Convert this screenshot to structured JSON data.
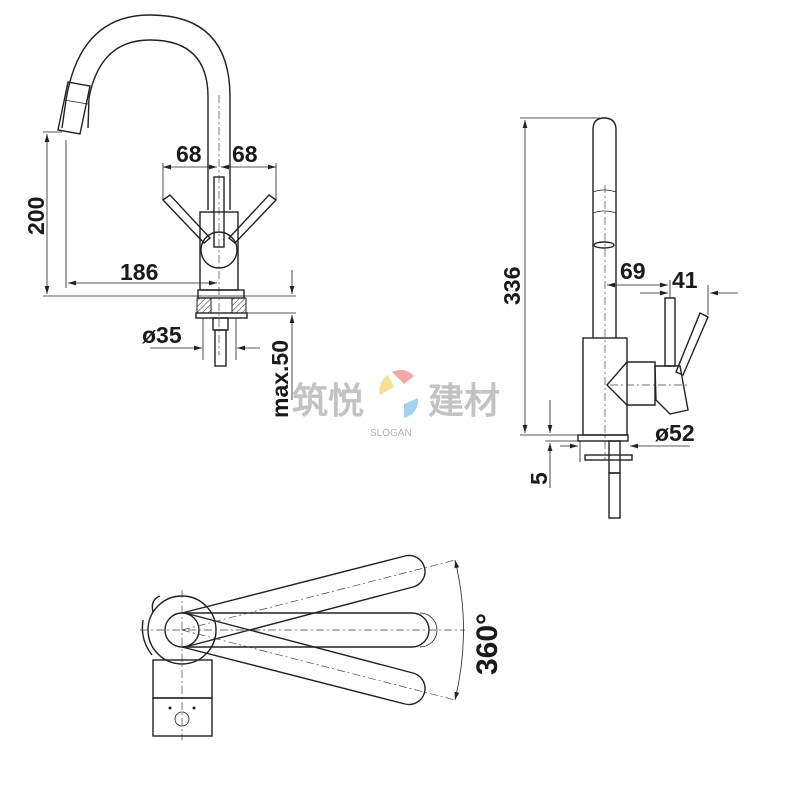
{
  "title": "Kitchen faucet dimension drawing",
  "front_view": {
    "dims": {
      "spout_height": "200",
      "spout_reach": "186",
      "handle_left": "68",
      "handle_right": "68",
      "hole_diameter": "ø35",
      "max_thickness": "max.50"
    }
  },
  "side_view": {
    "dims": {
      "total_height": "336",
      "lever_offset": "69",
      "lever_swing": "41",
      "base_diameter": "ø52",
      "base_plate": "5"
    }
  },
  "top_view": {
    "dims": {
      "rotation": "360°"
    }
  },
  "watermark": {
    "brand_left": "筑悦",
    "brand_right": "建材",
    "slogan": "SLOGAN",
    "colors": [
      "#f2a0a0",
      "#f5dc8a",
      "#9ccbee",
      "#9a9a9a"
    ]
  }
}
